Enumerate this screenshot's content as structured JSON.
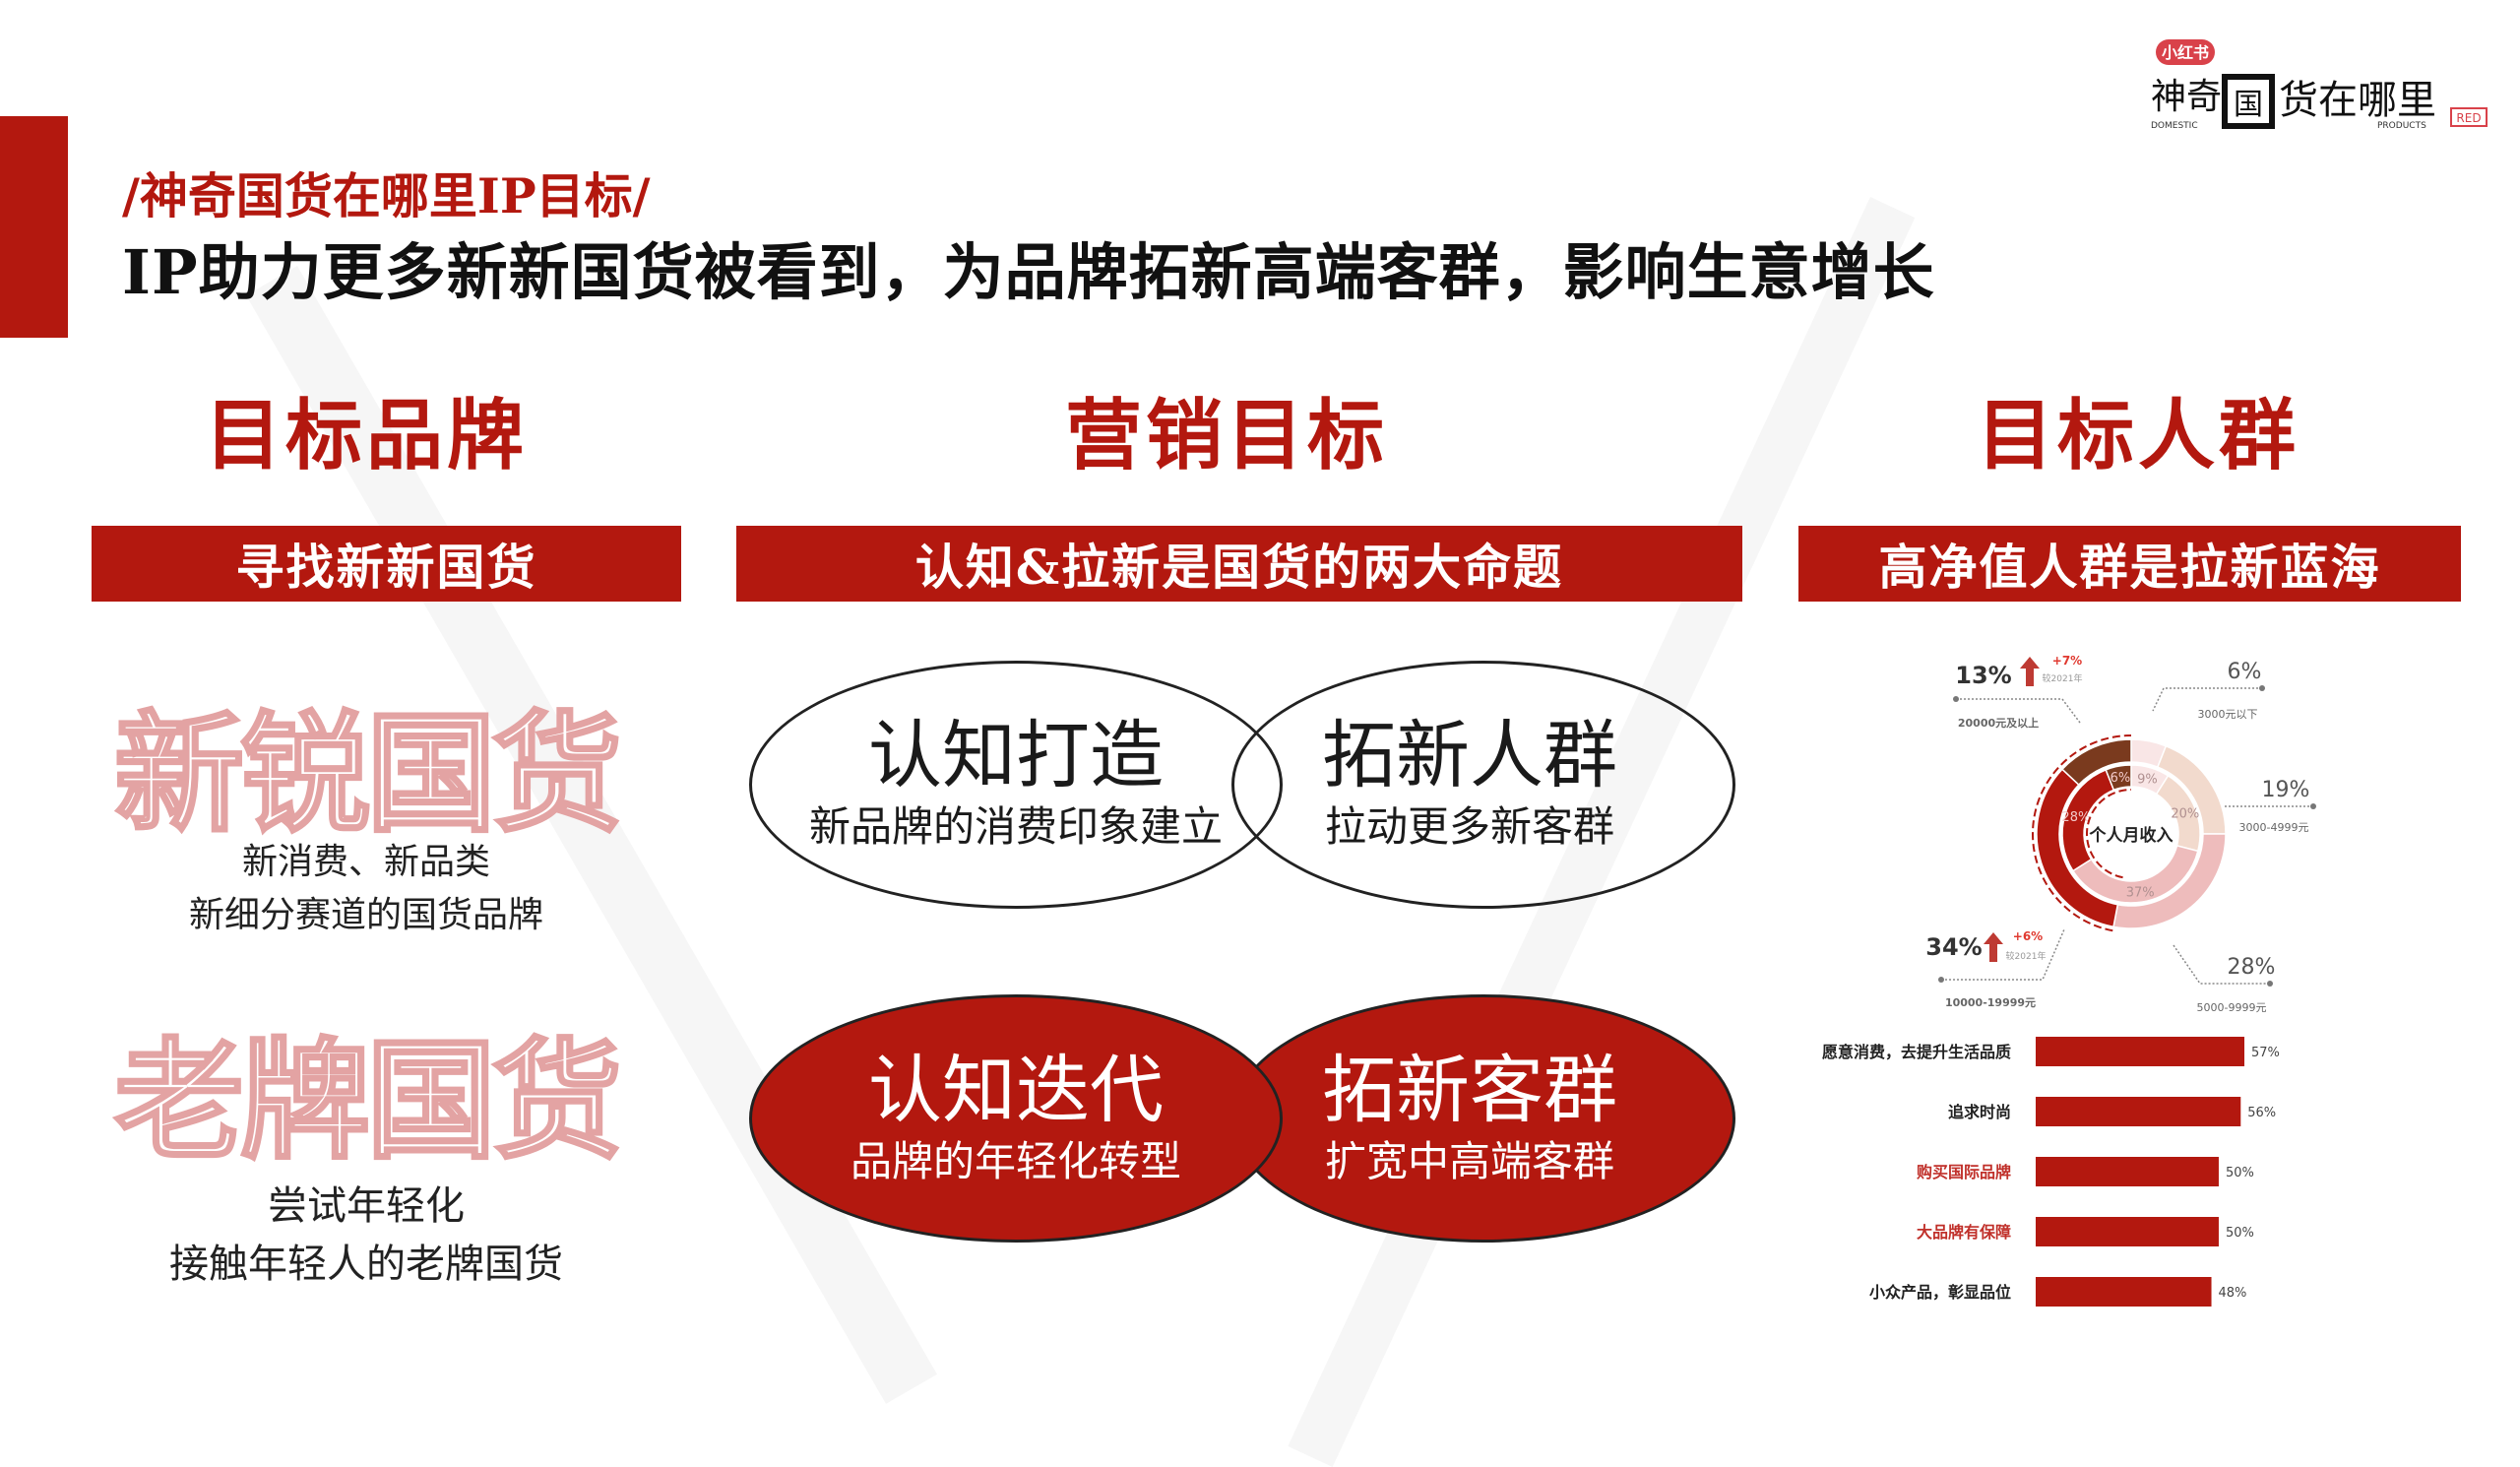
{
  "header": {
    "subtitle": "/神奇国货在哪里IP目标/",
    "title": "IP助力更多新新国货被看到，为品牌拓新高端客群，影响生意增长"
  },
  "logo": {
    "badge": "小红书",
    "text": "神奇国货在哪里",
    "en_left": "DOMESTIC",
    "en_right": "PRODUCTS",
    "stamp": "RED"
  },
  "columns": [
    {
      "heading": "目标品牌",
      "banner": "寻找新新国货"
    },
    {
      "heading": "营销目标",
      "banner": "认知&拉新是国货的两大命题"
    },
    {
      "heading": "目标人群",
      "banner": "高净值人群是拉新蓝海"
    }
  ],
  "brands": [
    {
      "name": "新锐国货",
      "lines": [
        "新消费、新品类",
        "新细分赛道的国货品牌"
      ]
    },
    {
      "name": "老牌国货",
      "lines": [
        "尝试年轻化",
        "接触年轻人的老牌国货"
      ]
    }
  ],
  "goals": [
    {
      "title": "认知打造",
      "desc": "新品牌的消费印象建立",
      "filled": false
    },
    {
      "title": "拓新人群",
      "desc": "拉动更多新客群",
      "filled": false
    },
    {
      "title": "认知迭代",
      "desc": "品牌的年轻化转型",
      "filled": true
    },
    {
      "title": "拓新客群",
      "desc": "扩宽中高端客群",
      "filled": true
    }
  ],
  "colors": {
    "accent": "#b3180f",
    "dark_brown": "#7a3a1e",
    "pink": "#eebcbc",
    "peach": "#f2dacd",
    "pale": "#f9e6e6"
  },
  "chart_data": [
    {
      "type": "pie",
      "title": "个人月收入",
      "categories": [
        "3000元以下",
        "3000-4999元",
        "5000-9999元",
        "10000-19999元",
        "20000元及以上"
      ],
      "series": [
        {
          "values": [
            6,
            19,
            28,
            34,
            13
          ]
        },
        {
          "values": [
            9,
            20,
            37,
            28,
            6
          ]
        }
      ],
      "annotations": [
        {
          "category": "20000元及以上",
          "value": "13%",
          "change": "+7%",
          "note": "较2021年"
        },
        {
          "category": "10000-19999元",
          "value": "34%",
          "change": "+6%",
          "note": "较2021年"
        }
      ],
      "labels": [
        "6%",
        "19%",
        "28%",
        "34%",
        "13%"
      ]
    },
    {
      "type": "bar",
      "orientation": "horizontal",
      "categories": [
        "愿意消费，去提升生活品质",
        "追求时尚",
        "购买国际品牌",
        "大品牌有保障",
        "小众产品，彰显品位"
      ],
      "values": [
        57,
        56,
        50,
        50,
        48
      ],
      "highlighted": [
        "购买国际品牌",
        "大品牌有保障"
      ]
    }
  ]
}
